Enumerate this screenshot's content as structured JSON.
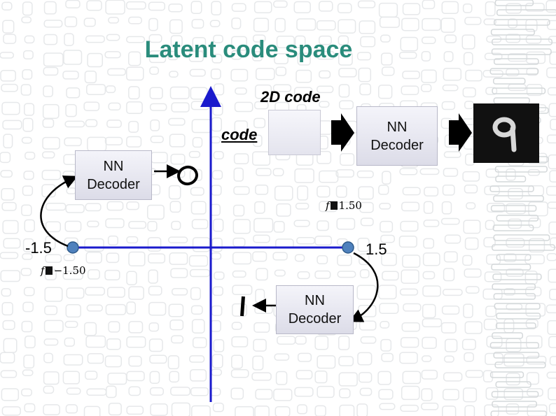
{
  "title": "Latent code space",
  "axis_label": "2D code",
  "code_label": "code",
  "nn_decoder_top": "NN\nDecoder",
  "nn_decoder_left": "NN\nDecoder",
  "nn_decoder_bottom": "NN\nDecoder",
  "left_value": "-1.5",
  "right_value": "1.5",
  "tag_top": "1.50",
  "tag_left": "−1.50",
  "tag_top_prefix": "f",
  "tag_left_prefix": "f",
  "outputs": [
    "9",
    "0",
    "1"
  ],
  "colors": {
    "title": "#2a8c7c",
    "axis": "#1a1acc",
    "point": "#4f81bd"
  }
}
